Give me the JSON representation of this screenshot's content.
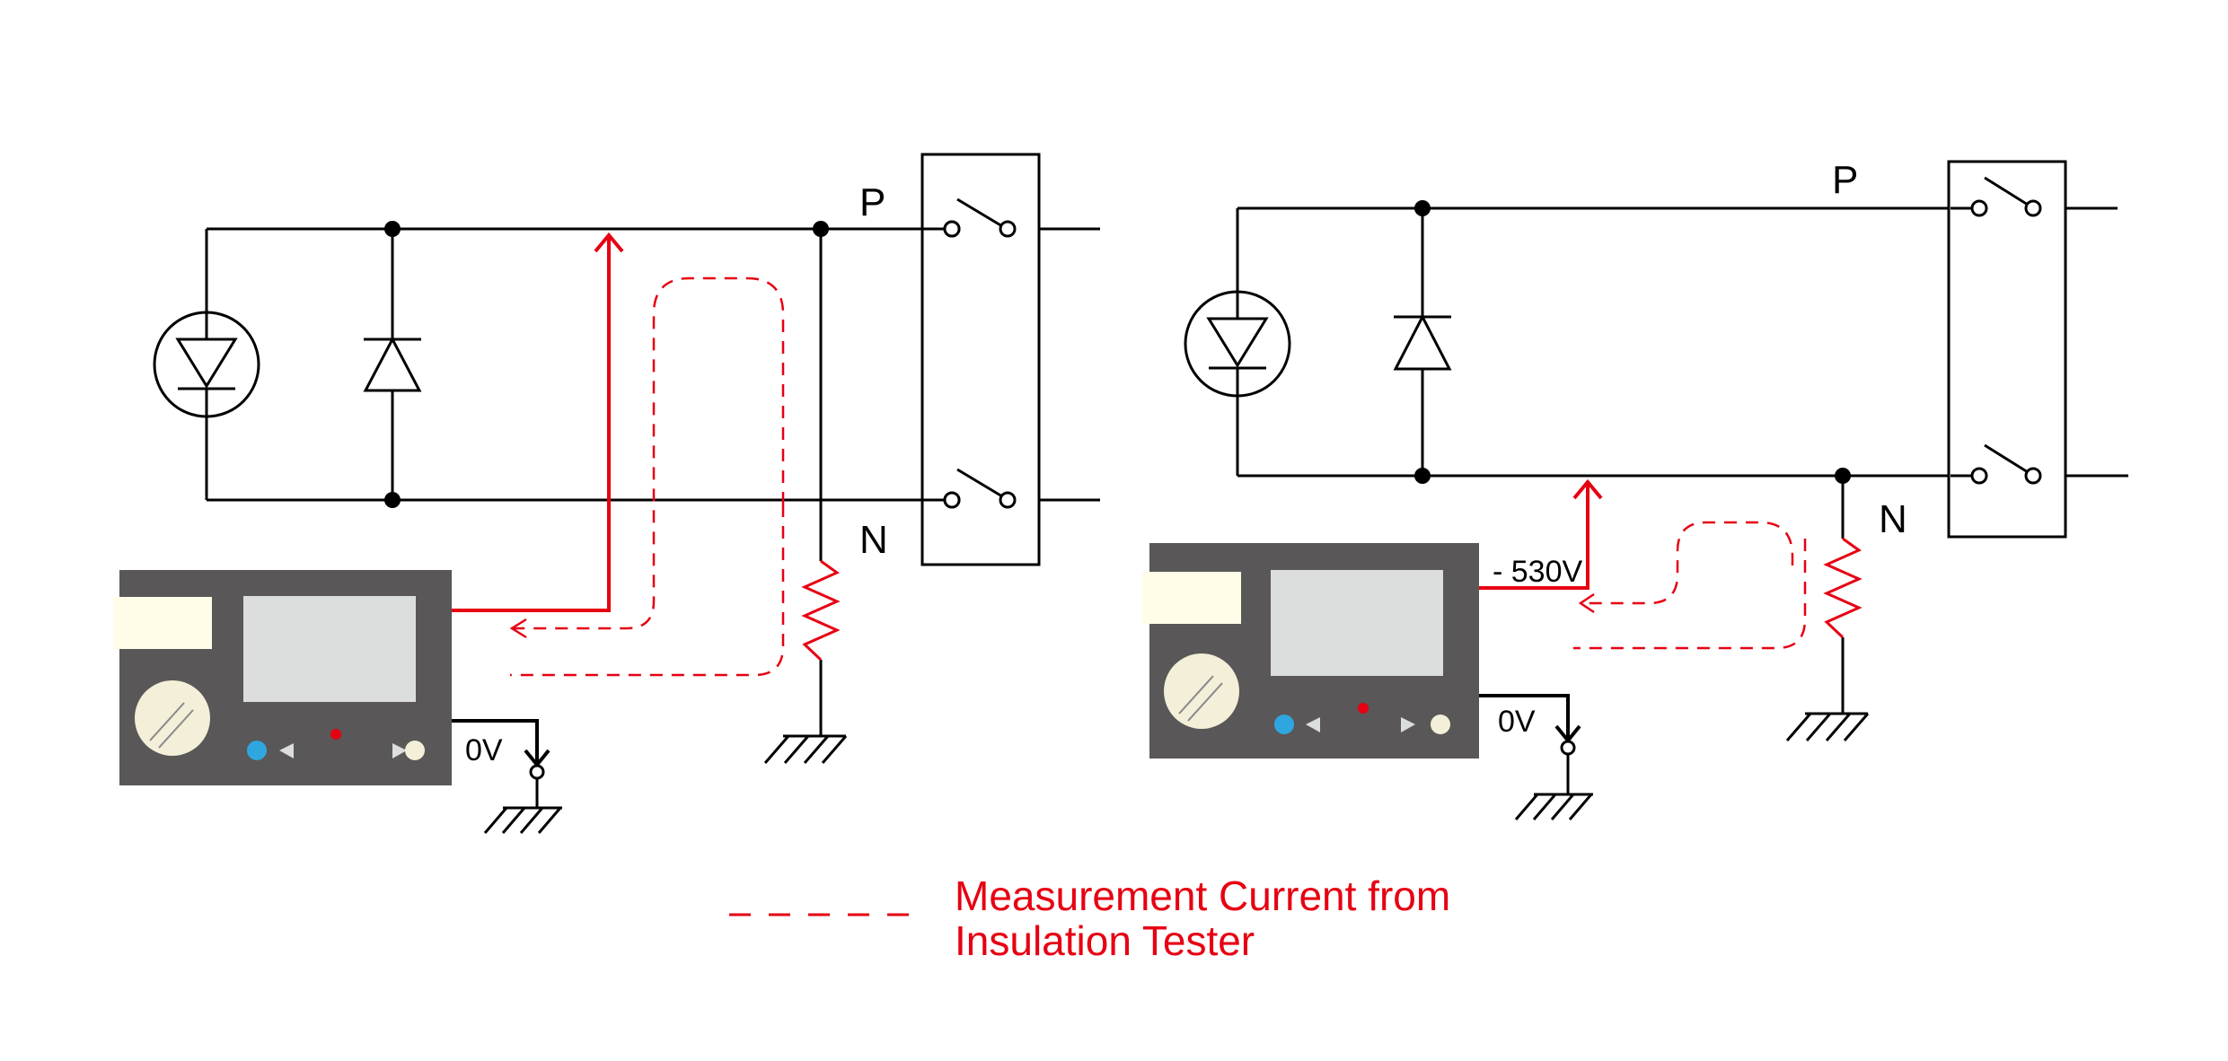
{
  "colors": {
    "wire": "#000000",
    "current": "#e60012",
    "tester_body": "#595757",
    "tester_screen": "#dcdddd",
    "tester_label": "#fffde8",
    "tester_dial": "#f3efd8",
    "button_blue": "#2ea7e0",
    "button_red": "#e60012",
    "button_cream": "#f3efd8"
  },
  "left_circuit": {
    "p_label": "P",
    "n_label": "N",
    "tester_ground_label": "0V"
  },
  "right_circuit": {
    "p_label": "P",
    "n_label": "N",
    "tester_voltage_label": "- 530V",
    "tester_ground_label": "0V"
  },
  "legend": {
    "line1": "Measurement Current from",
    "line2": "Insulation Tester"
  }
}
